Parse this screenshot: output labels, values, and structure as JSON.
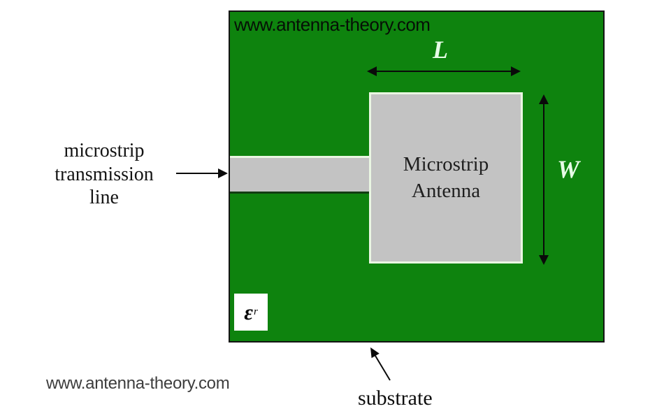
{
  "colors": {
    "substrate_green": "#0e830e",
    "patch_gray": "#c3c3c3",
    "dimension_label_pale": "#e6fbe6",
    "substrate_border": "#141414"
  },
  "substrate": {
    "watermark_top": "www.antenna-theory.com",
    "length_label": "L",
    "width_label": "W",
    "permittivity_symbol": "ε",
    "permittivity_subscript": "r"
  },
  "patch": {
    "label_line1": "Microstrip",
    "label_line2": "Antenna"
  },
  "annotations": {
    "feed_label_lines": [
      "microstrip",
      "transmission",
      "line"
    ],
    "substrate_label": "substrate",
    "watermark_bottom": "www.antenna-theory.com"
  }
}
